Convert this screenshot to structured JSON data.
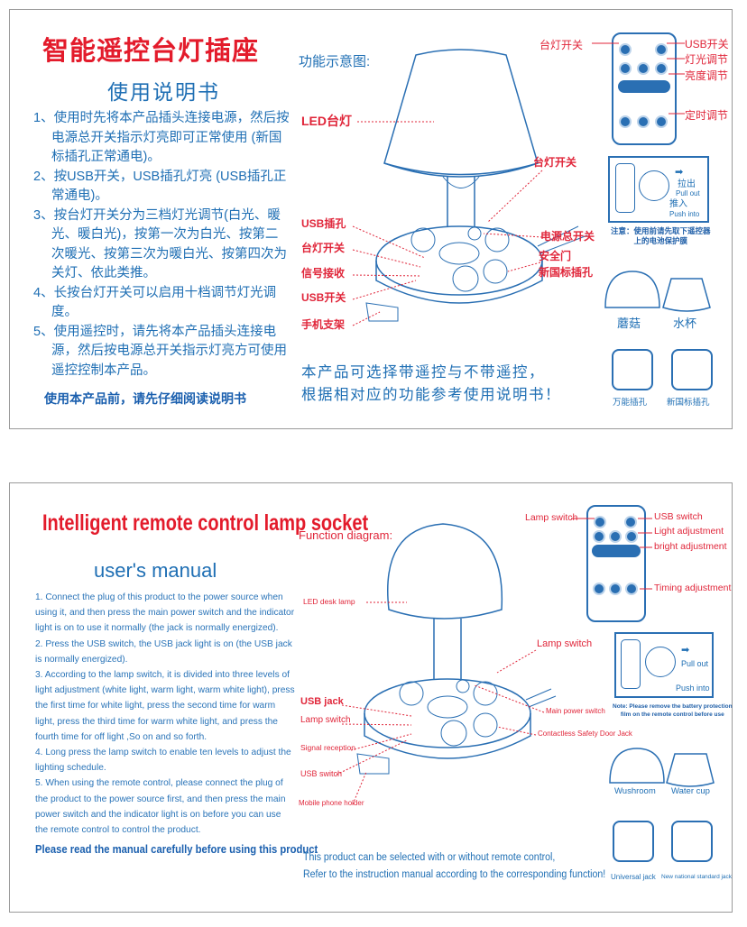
{
  "cn": {
    "title": "智能遥控台灯插座",
    "subtitle": "使用说明书",
    "instructions": [
      "1、使用时先将本产品插头连接电源，然后按电源总开关指示灯亮即可正常使用 (新国标插孔正常通电)。",
      "2、按USB开关，USB插孔灯亮 (USB插孔正常通电)。",
      "3、按台灯开关分为三档灯光调节(白光、暖光、暖白光)，按第一次为白光、按第二次暖光、按第三次为暖白光、按第四次为关灯、依此类推。",
      "4、长按台灯开关可以启用十档调节灯光调度。",
      "5、使用遥控时，请先将本产品插头连接电源，然后按电源总开关指示灯亮方可使用遥控控制本产品。"
    ],
    "footer_note": "使用本产品前，请先仔细阅读说明书",
    "diagram_title": "功能示意图:",
    "labels": {
      "led_lamp": "LED台灯",
      "lamp_switch_top": "台灯开关",
      "usb_jack": "USB插孔",
      "lamp_switch": "台灯开关",
      "signal": "信号接收",
      "usb_switch": "USB开关",
      "phone_holder": "手机支架",
      "main_power": "电源总开关",
      "safety_door": "安全门",
      "national_jack": "新国标插孔"
    },
    "remote_labels": {
      "lamp_switch": "台灯开关",
      "usb_switch": "USB开关",
      "light_adjust": "灯光调节",
      "brightness": "亮度调节",
      "timing": "定时调节"
    },
    "battery": {
      "pull": "拉出",
      "pull_en": "Pull out",
      "push": "推入",
      "push_en": "Push into",
      "note_1": "注意：使用前请先取下遥控器",
      "note_2": "上的电池保护膜"
    },
    "shades": {
      "mushroom": "蘑菇",
      "cup": "水杯"
    },
    "jacks": {
      "universal": "万能插孔",
      "national": "新国标插孔"
    },
    "bottom_text": [
      "本产品可选择带遥控与不带遥控，",
      "根据相对应的功能参考使用说明书！"
    ]
  },
  "en": {
    "title": "Intelligent remote control lamp socket",
    "subtitle": "user's manual",
    "instructions": [
      "1. Connect the plug of this product to the power source when using it, and then press the main power switch and the indicator light is on to use it normally (the jack is normally energized).",
      "2. Press the USB switch, the USB jack light is on (the USB jack is normally energized).",
      "3. According to the lamp switch, it is divided into three levels of light adjustment (white light, warm light, warm white light), press the first time for white light, press the second time for warm light, press the third time for warm white light, and press the fourth time for off light ,So on and so forth.",
      "4. Long press the lamp switch to enable ten levels to adjust the lighting schedule.",
      "5. When using the remote control, please connect the plug of the product to the power source first, and then press the main power switch and the indicator light is on before you can use the remote control to control the product."
    ],
    "footer_note": "Please read the manual carefully before using this product",
    "diagram_title": "Function diagram:",
    "labels": {
      "led_lamp": "LED desk lamp",
      "lamp_switch_top": "Lamp switch",
      "usb_jack": "USB jack",
      "lamp_switch": "Lamp switch",
      "signal": "Signal reception",
      "usb_switch": "USB switch",
      "phone_holder": "Mobile phone holder",
      "main_power": "Main power switch",
      "safety_door": "Contactless Safety Door Jack"
    },
    "remote_labels": {
      "lamp_switch": "Lamp switch",
      "usb_switch": "USB switch",
      "light_adjust": "Light adjustment",
      "brightness": "bright adjustment",
      "timing": "Timing adjustment"
    },
    "battery": {
      "pull": "Pull out",
      "push": "Push into",
      "note_1": "Note: Please remove the battery protection",
      "note_2": "film on the remote control before use"
    },
    "shades": {
      "mushroom": "Wushroom",
      "cup": "Water cup"
    },
    "jacks": {
      "universal": "Universal jack",
      "national": "New national standard jack"
    },
    "bottom_text": [
      "This product can be selected with or without remote control,",
      "Refer to the instruction manual according to the corresponding function!"
    ]
  },
  "colors": {
    "red": "#e0263a",
    "blue": "#1f6fb4"
  }
}
